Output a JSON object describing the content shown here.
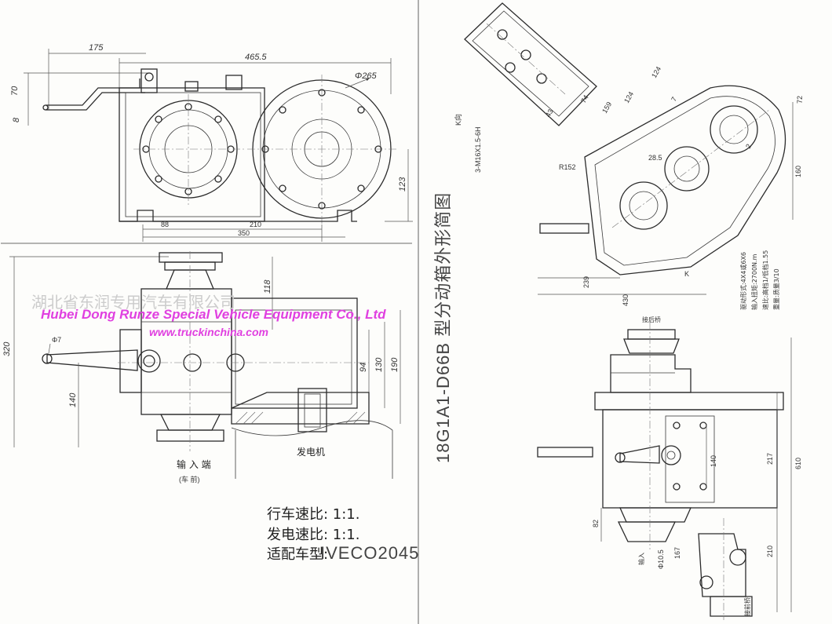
{
  "watermark": {
    "company": "Hubei Dong Runze Special Vehicle Equipment Co., Ltd",
    "website": "www.truckinchina.com",
    "chinese_ghost": "湖北省东润专用汽车有限公司",
    "color": "#e040e0"
  },
  "top_view": {
    "dims": {
      "d175": "175",
      "d465": "465.5",
      "d70": "70",
      "d8": "8",
      "dphi265": "Φ265",
      "d123": "123",
      "d88": "88",
      "d210": "210",
      "d350": "350"
    }
  },
  "side_view": {
    "dims": {
      "d118": "118",
      "d320": "320",
      "d140": "140",
      "dphi7": "Φ7",
      "d94": "94",
      "d130": "130",
      "d190": "190"
    },
    "labels": {
      "generator": "发电机",
      "input_end": "输 入 端",
      "vehicle_front": "(车 前)"
    }
  },
  "notes": {
    "drive_ratio": "行车速比: 1:1.",
    "gen_ratio": "发电速比:  1:1.",
    "vehicle": "适配车型:",
    "vehicle_model": "IVECO2045"
  },
  "right_title": "18G1A1-D66B 型分动箱外形简图",
  "right_top": {
    "dims": {
      "thread": "3-M16X1.5-6H",
      "r152": "R152",
      "d2885": "28.5",
      "d124a": "124",
      "d124b": "124",
      "d159": "159",
      "d43": "43",
      "d74": "74",
      "d160": "160",
      "d239": "239",
      "d430": "430",
      "d7": "7",
      "d2": "2",
      "d72": "72"
    },
    "labels": {
      "kview": "K向",
      "k": "K"
    },
    "specs": [
      "驱动形式:4X4或6X6",
      "输入扭矩:2700N.m",
      "速比:高档1/低档1.55",
      "重量:质量3/10"
    ]
  },
  "right_bottom": {
    "dims": {
      "d140": "140",
      "d217": "217",
      "d610": "610",
      "d82": "82",
      "d210": "210",
      "d167": "167",
      "dphi105": "Φ10.5"
    },
    "labels": {
      "rear_axle": "接后桥",
      "input": "输入",
      "front_axle": "接前桥"
    }
  }
}
